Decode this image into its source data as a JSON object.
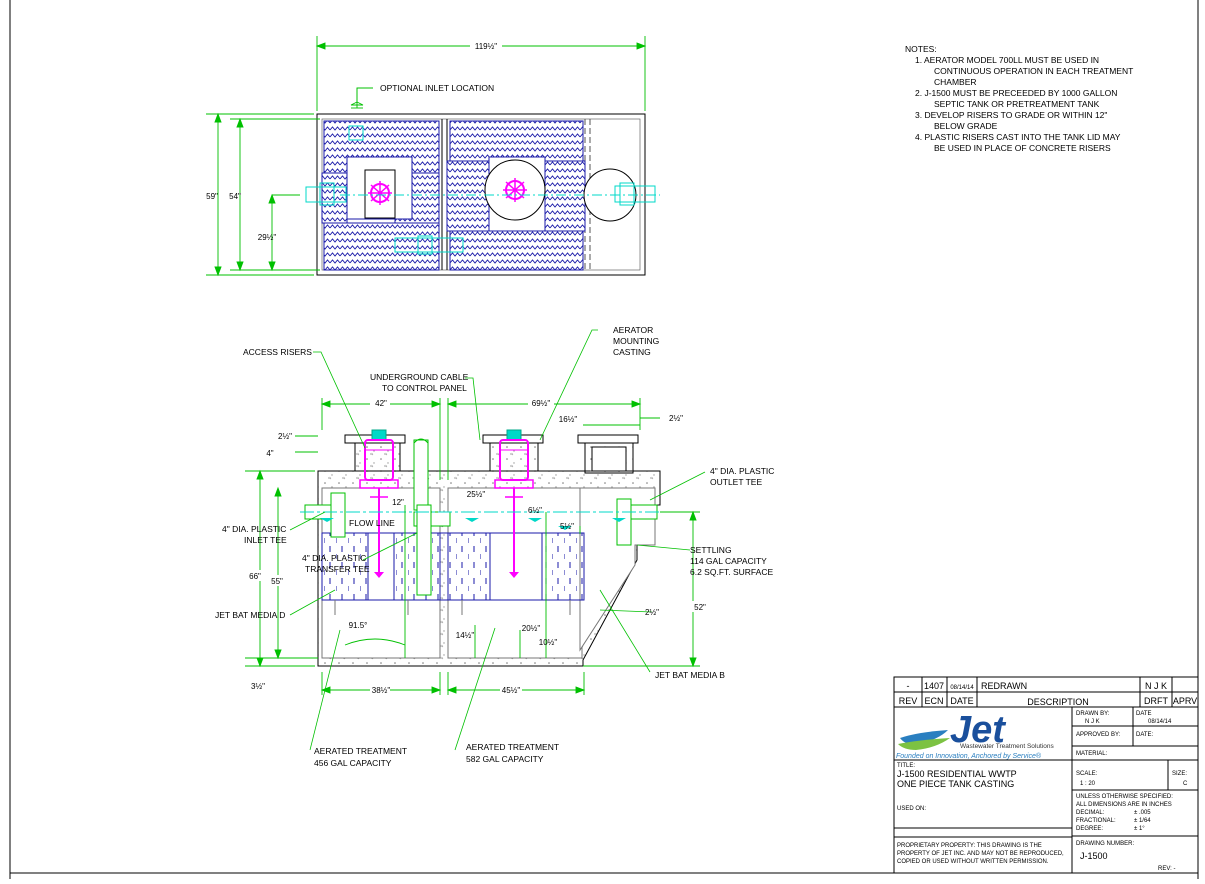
{
  "notes": {
    "heading": "NOTES:",
    "lines": [
      "1.    AERATOR MODEL 700LL MUST BE USED IN",
      "CONTINUOUS OPERATION IN EACH TREATMENT",
      "CHAMBER",
      "2.    J-1500 MUST BE PRECEEDED BY 1000 GALLON",
      "SEPTIC TANK OR PRETREATMENT TANK",
      "3.    DEVELOP RISERS TO GRADE OR WITHIN 12\"",
      "BELOW GRADE",
      "4.    PLASTIC RISERS CAST INTO THE TANK LID MAY",
      "BE USED IN PLACE OF CONCRETE RISERS"
    ]
  },
  "top_view": {
    "dim_width": "119½\"",
    "dim_59": "59\"",
    "dim_54": "54\"",
    "dim_29": "29½\"",
    "label_inlet": "OPTIONAL INLET LOCATION"
  },
  "section_view": {
    "labels": {
      "access_risers": "ACCESS RISERS",
      "cable_1": "UNDERGROUND CABLE",
      "cable_2": "TO CONTROL PANEL",
      "mount_1": "AERATOR",
      "mount_2": "MOUNTING",
      "mount_3": "CASTING",
      "outlet_1": "4\" DIA. PLASTIC",
      "outlet_2": "OUTLET TEE",
      "inlet_1": "4\" DIA. PLASTIC",
      "inlet_2": "INLET TEE",
      "flow": "FLOW LINE",
      "transfer_1": "4\" DIA. PLASTIC",
      "transfer_2": "TRANSFER TEE",
      "settle_1": "SETTLING",
      "settle_2": "114 GAL CAPACITY",
      "settle_3": "6.2 SQ.FT. SURFACE",
      "media_d": "JET BAT MEDIA D",
      "media_b": "JET BAT MEDIA B",
      "aer1_1": "AERATED TREATMENT",
      "aer1_2": "456 GAL CAPACITY",
      "aer2_1": "AERATED TREATMENT",
      "aer2_2": "582 GAL CAPACITY"
    },
    "dims": {
      "d42": "42\"",
      "d69": "69½\"",
      "d16": "16½\"",
      "d2r": "2½\"",
      "d2l": "2½\"",
      "d4": "4\"",
      "d12": "12\"",
      "d25": "25½\"",
      "d6": "6½\"",
      "d5": "5½\"",
      "d66": "66\"",
      "d55": "55\"",
      "d52": "52\"",
      "d2s": "2½\"",
      "d915": "91.5°",
      "d14": "14½\"",
      "d20": "20½\"",
      "d10": "10½\"",
      "d3": "3½\"",
      "d38": "38½\"",
      "d45": "45½\""
    }
  },
  "title_block": {
    "rev_row": {
      "rev": "-",
      "ecn": "1407",
      "date": "08/14/14",
      "desc": "REDRAWN",
      "drft": "N J K"
    },
    "headers": {
      "rev": "REV",
      "ecn": "ECN",
      "date": "DATE",
      "desc": "DESCRIPTION",
      "drft": "DRFT",
      "aprv": "APRV"
    },
    "logo": {
      "brand": "Jet",
      "sub": "Wastewater Treatment Solutions",
      "tagline": "Founded on Innovation, Anchored by Service®"
    },
    "drawn_by_label": "DRAWN BY:",
    "drawn_by": "N J K",
    "date_label": "DATE",
    "date": "08/14/14",
    "approved_label": "APPROVED BY:",
    "approved_date_label": "DATE:",
    "material_label": "MATERIAL:",
    "title_label": "TITLE:",
    "title_1": "J-1500 RESIDENTIAL WWTP",
    "title_2": "ONE PIECE TANK CASTING",
    "scale_label": "SCALE:",
    "scale": "1 : 20",
    "size_label": "SIZE:",
    "size": "C",
    "tol_1": "UNLESS OTHERWISE SPECIFIED:",
    "tol_2": "ALL DIMENSIONS ARE IN INCHES",
    "tol_dec_l": "DECIMAL:",
    "tol_dec_v": "± .005",
    "tol_frac_l": "FRACTIONAL:",
    "tol_frac_v": "± 1/64",
    "tol_deg_l": "DEGREE:",
    "tol_deg_v": "± 1°",
    "used_on_label": "USED ON:",
    "prop_1": "PROPRIETARY PROPERTY: THIS DRAWING IS THE",
    "prop_2": "PROPERTY OF JET INC. AND MAY NOT BE REPRODUCED,",
    "prop_3": "COPIED OR USED WITHOUT WRITTEN PERMISSION.",
    "dwg_label": "DRAWING NUMBER:",
    "dwg_no": "J-1500",
    "rev_label": "REV: -"
  },
  "colors": {
    "dim": "#00c000",
    "structure": "#1a1aa8",
    "aerator": "#ff00ff",
    "pipe": "#00d8c8",
    "concrete": "#808080",
    "outline": "#000000"
  }
}
